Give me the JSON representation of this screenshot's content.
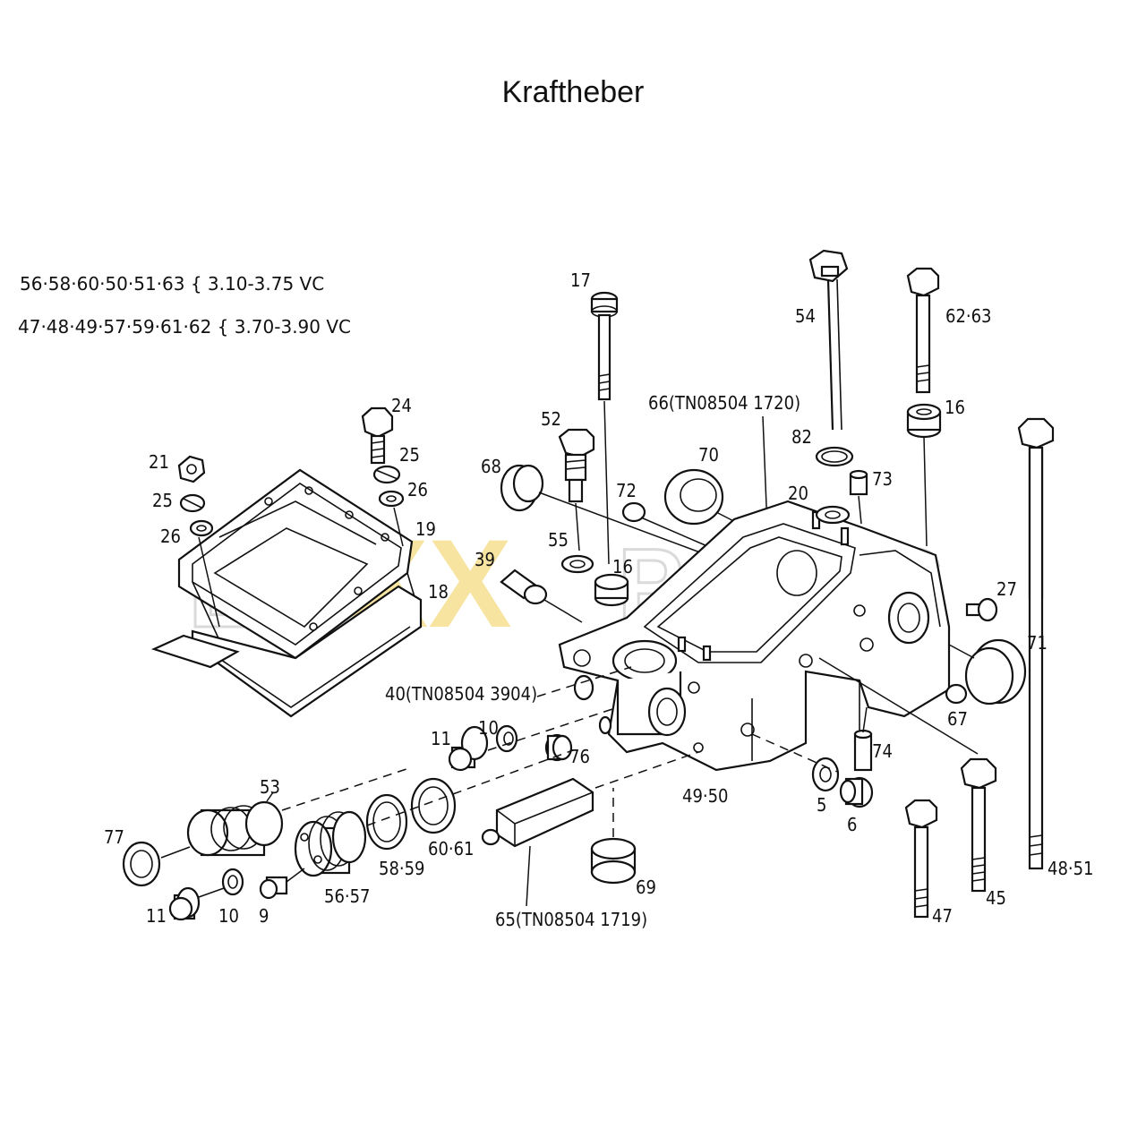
{
  "title": "Kraftheber",
  "watermark": {
    "part1": "EU",
    "part2": "XX",
    "part3": "PARTS",
    "grey": "#c8c8c8",
    "yellow": "#f2cf55"
  },
  "notes": [
    "56·58·60·50·51·63 { 3.10-3.75 VC",
    "47·48·49·57·59·61·62 { 3.70-3.90 VC"
  ],
  "labels": {
    "p17": "17",
    "p54": "54",
    "p62_63": "62·63",
    "p16a": "16",
    "p66": "66(TN08504 1720)",
    "p82": "82",
    "p24": "24",
    "p52": "52",
    "p70": "70",
    "p73": "73",
    "p21": "21",
    "p25a": "25",
    "p25b": "25",
    "p68": "68",
    "p72": "72",
    "p20": "20",
    "p26a": "26",
    "p26b": "26",
    "p19": "19",
    "p55": "55",
    "p39": "39",
    "p16b": "16",
    "p18": "18",
    "p27": "27",
    "p71": "71",
    "p40": "40(TN08504 3904)",
    "p10a": "10",
    "p11a": "11",
    "p67": "67",
    "p76": "76",
    "p74": "74",
    "p53": "53",
    "p49_50": "49·50",
    "p5": "5",
    "p6": "6",
    "p77": "77",
    "p60_61": "60·61",
    "p58_59": "58·59",
    "p56_57": "56·57",
    "p11b": "11",
    "p10b": "10",
    "p9": "9",
    "p65": "65(TN08504 1719)",
    "p69": "69",
    "p47": "47",
    "p45": "45",
    "p48_51": "48·51"
  }
}
